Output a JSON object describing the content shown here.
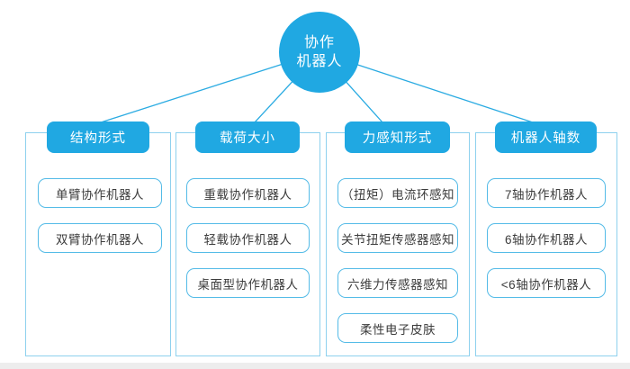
{
  "root": {
    "line1": "协作",
    "line2": "机器人"
  },
  "colors": {
    "primary_blue": "#20a8e2",
    "container_border": "#8ed1ee",
    "item_border": "#54bbe7",
    "item_text": "#3c3c3c",
    "footer_strip": "#ededed"
  },
  "columns": [
    {
      "header": "结构形式",
      "items": [
        "单臂协作机器人",
        "双臂协作机器人"
      ]
    },
    {
      "header": "载荷大小",
      "items": [
        "重载协作机器人",
        "轻载协作机器人",
        "桌面型协作机器人"
      ]
    },
    {
      "header": "力感知形式",
      "items": [
        "（扭矩）电流环感知",
        "关节扭矩传感器感知",
        "六维力传感器感知",
        "柔性电子皮肤"
      ]
    },
    {
      "header": "机器人轴数",
      "items": [
        "7轴协作机器人",
        "6轴协作机器人",
        "<6轴协作机器人"
      ]
    }
  ]
}
